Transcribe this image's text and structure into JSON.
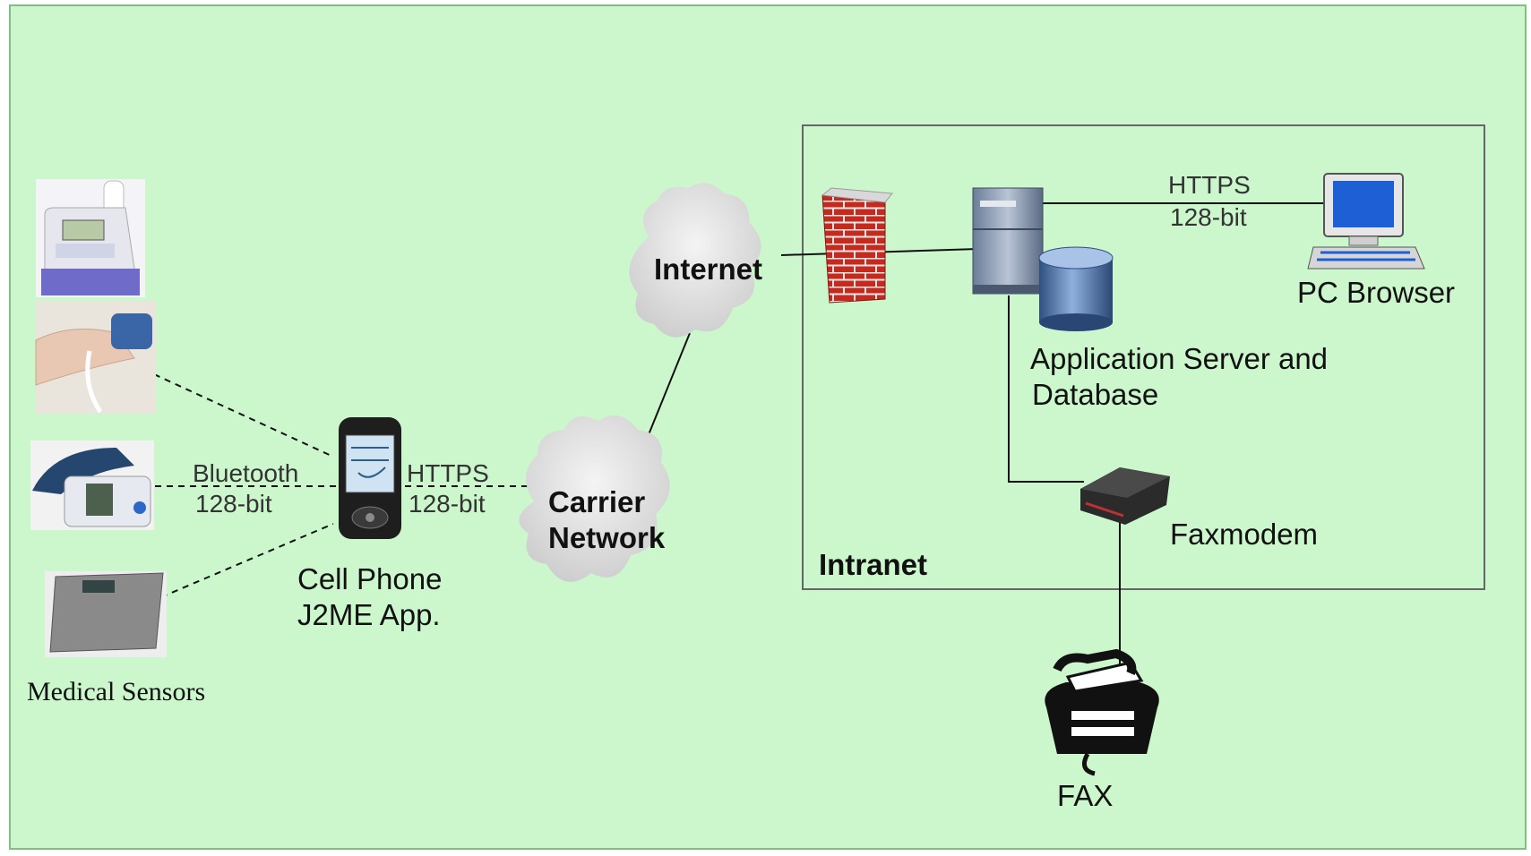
{
  "colors": {
    "background": "#ccf7cc",
    "frame": "#7fbf7f",
    "lines": "#111111"
  },
  "labels": {
    "medical_sensors": "Medical Sensors",
    "cell_phone_line1": "Cell Phone",
    "cell_phone_line2": "J2ME App.",
    "carrier_line1": "Carrier",
    "carrier_line2": "Network",
    "internet": "Internet",
    "intranet": "Intranet",
    "app_server_line1": "Application Server and",
    "app_server_line2": "Database",
    "pc_browser": "PC Browser",
    "faxmodem": "Faxmodem",
    "fax": "FAX"
  },
  "links": {
    "bluetooth_line1": "Bluetooth",
    "bluetooth_line2": "128-bit",
    "phone_https_line1": "HTTPS",
    "phone_https_line2": "128-bit",
    "pc_https_line1": "HTTPS",
    "pc_https_line2": "128-bit"
  },
  "icons": [
    "spirometer-icon",
    "pulse-oximeter-icon",
    "blood-pressure-monitor-icon",
    "weight-scale-icon",
    "cell-phone-icon",
    "cloud-icon",
    "firewall-icon",
    "server-icon",
    "database-icon",
    "computer-icon",
    "faxmodem-icon",
    "fax-machine-icon"
  ]
}
